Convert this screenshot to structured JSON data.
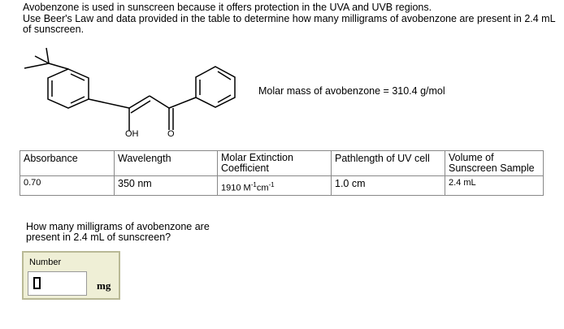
{
  "intro": {
    "line1": "Avobenzone is used in sunscreen because it offers protection in the UVA and UVB regions.",
    "line2": "Use Beer's Law and data provided in the table to determine how many milligrams of avobenzone are present in 2.4 mL of sunscreen."
  },
  "structure": {
    "oh_label": "OH",
    "o_label": "O"
  },
  "molar_mass": "Molar mass of avobenzone = 310.4 g/mol",
  "table": {
    "headers": {
      "absorbance": "Absorbance",
      "wavelength": "Wavelength",
      "coef_line1": "Molar Extinction",
      "coef_line2": "Coefficient",
      "pathlength": "Pathlength of UV cell",
      "volume_line1": "Volume of",
      "volume_line2": "Sunscreen Sample"
    },
    "row": {
      "absorbance": "0.70",
      "wavelength": "350 nm",
      "coef_value": "1910 M",
      "coef_exp1": "-1",
      "coef_unit": "cm",
      "coef_exp2": "-1",
      "pathlength": "1.0 cm",
      "volume": "2.4 mL"
    }
  },
  "question": "How many milligrams of avobenzone are present in 2.4 mL of sunscreen?",
  "answer": {
    "label": "Number",
    "value": "",
    "unit": "mg"
  }
}
